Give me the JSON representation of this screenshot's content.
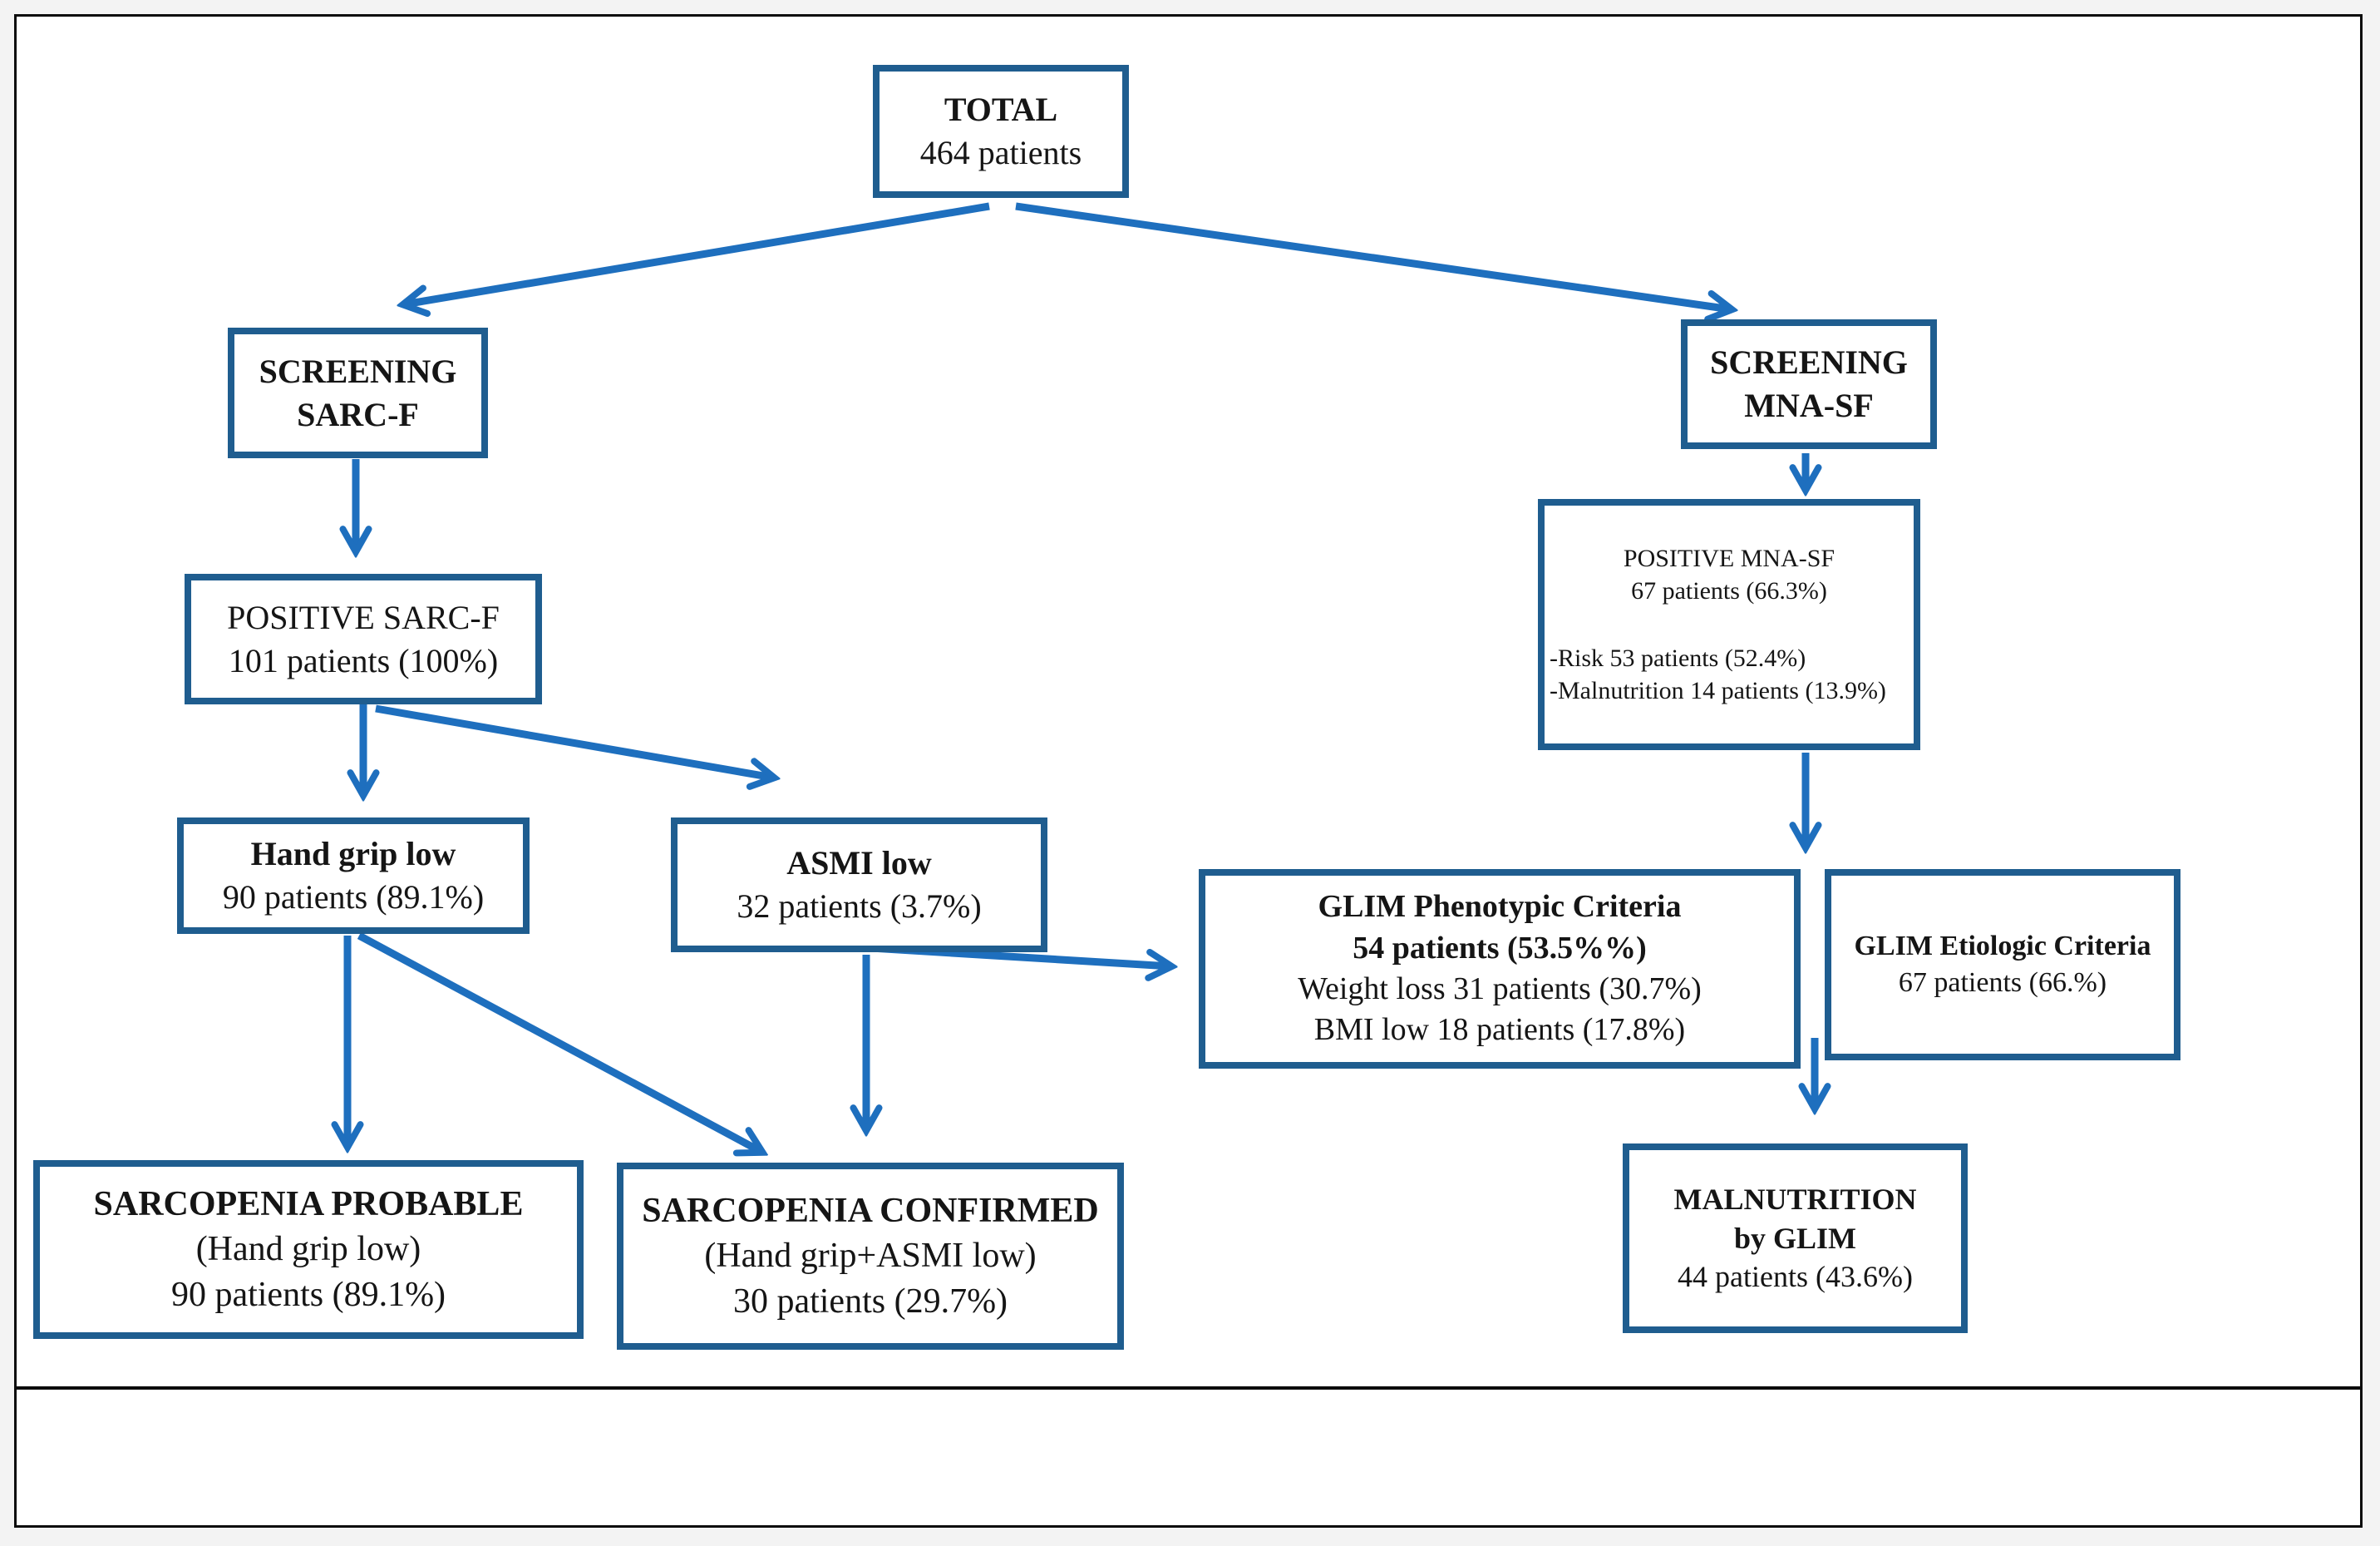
{
  "figure": {
    "type": "flowchart"
  },
  "colors": {
    "box_border": "#1f5d8f",
    "arrow_blue": "#1e6fbe",
    "text": "#151515",
    "frame_border": "#0b0b0b"
  },
  "nodes": {
    "total": {
      "line1": "TOTAL",
      "line2": "464 patients"
    },
    "screening_sarcf": {
      "line1": "SCREENING",
      "line2": "SARC-F"
    },
    "positive_sarcf": {
      "line1": "POSITIVE SARC-F",
      "line2": "101 patients (100%)"
    },
    "screening_mnasf": {
      "line1": "SCREENING",
      "line2": "MNA-SF"
    },
    "positive_mnasf": {
      "line1": "POSITIVE MNA-SF",
      "line2": "67 patients (66.3%)",
      "line3": "-Risk 53 patients (52.4%)",
      "line4": "-Malnutrition 14 patients (13.9%)"
    },
    "hand_grip_low": {
      "line1": "Hand grip low",
      "line2": "90 patients (89.1%)"
    },
    "asmi_low": {
      "line1": "ASMI low",
      "line2": "32 patients (3.7%)"
    },
    "glim_phenotypic": {
      "line1": "GLIM Phenotypic Criteria",
      "line2": "54 patients (53.5%%)",
      "line3": "Weight loss 31 patients (30.7%)",
      "line4": "BMI low 18 patients (17.8%)"
    },
    "glim_etiologic": {
      "line1": "GLIM Etiologic Criteria",
      "line2": "67 patients (66.%)"
    },
    "sarcopenia_probable": {
      "line1": "SARCOPENIA PROBABLE",
      "line2": "(Hand grip low)",
      "line3": "90 patients (89.1%)"
    },
    "sarcopenia_confirmed": {
      "line1": "SARCOPENIA CONFIRMED",
      "line2": "(Hand grip+ASMI low)",
      "line3": "30 patients (29.7%)"
    },
    "malnutrition_glim": {
      "line1": "MALNUTRITION",
      "line2": "by GLIM",
      "line3": "44 patients (43.6%)"
    }
  },
  "edges": [
    {
      "from": "total",
      "to": "screening_sarcf"
    },
    {
      "from": "total",
      "to": "screening_mnasf"
    },
    {
      "from": "screening_sarcf",
      "to": "positive_sarcf"
    },
    {
      "from": "positive_sarcf",
      "to": "hand_grip_low"
    },
    {
      "from": "positive_sarcf",
      "to": "asmi_low"
    },
    {
      "from": "screening_mnasf",
      "to": "positive_mnasf"
    },
    {
      "from": "positive_mnasf",
      "to": "glim_criteria"
    },
    {
      "from": "hand_grip_low",
      "to": "sarcopenia_probable"
    },
    {
      "from": "hand_grip_low",
      "to": "sarcopenia_confirmed"
    },
    {
      "from": "asmi_low",
      "to": "sarcopenia_confirmed"
    },
    {
      "from": "asmi_low",
      "to": "glim_phenotypic"
    },
    {
      "from": "glim_criteria",
      "to": "malnutrition_glim"
    }
  ]
}
